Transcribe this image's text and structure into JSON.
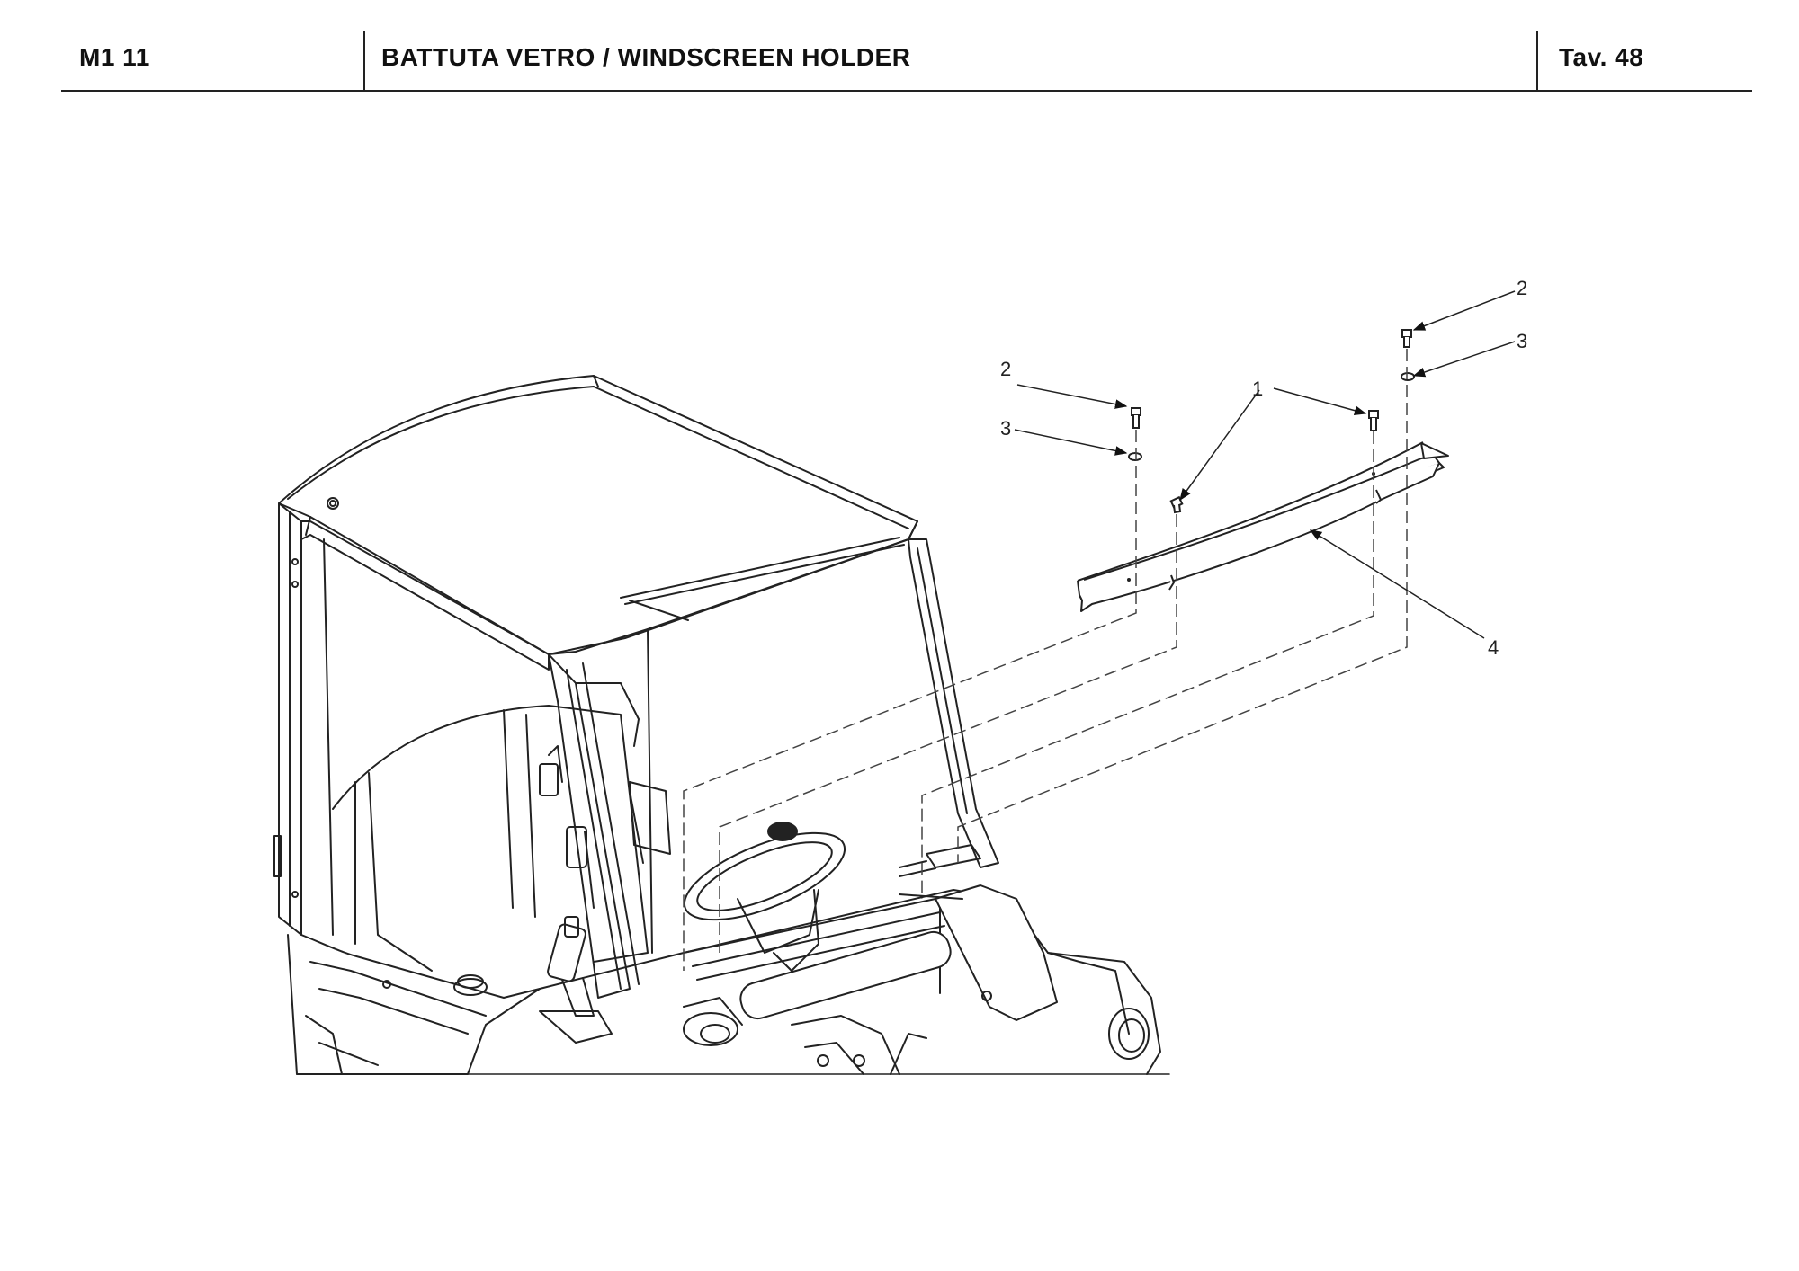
{
  "header": {
    "code": "M1 11",
    "title": "BATTUTA VETRO / WINDSCREEN HOLDER",
    "table": "Tav.  48"
  },
  "callouts": [
    {
      "id": "c1",
      "label": "1"
    },
    {
      "id": "c2a",
      "label": "2"
    },
    {
      "id": "c2b",
      "label": "2"
    },
    {
      "id": "c3a",
      "label": "3"
    },
    {
      "id": "c3b",
      "label": "3"
    },
    {
      "id": "c4",
      "label": "4"
    }
  ],
  "parts": [
    {
      "ref": "1",
      "name": "screw"
    },
    {
      "ref": "2",
      "name": "screw"
    },
    {
      "ref": "3",
      "name": "washer"
    },
    {
      "ref": "4",
      "name": "windscreen-holder-bar"
    }
  ]
}
